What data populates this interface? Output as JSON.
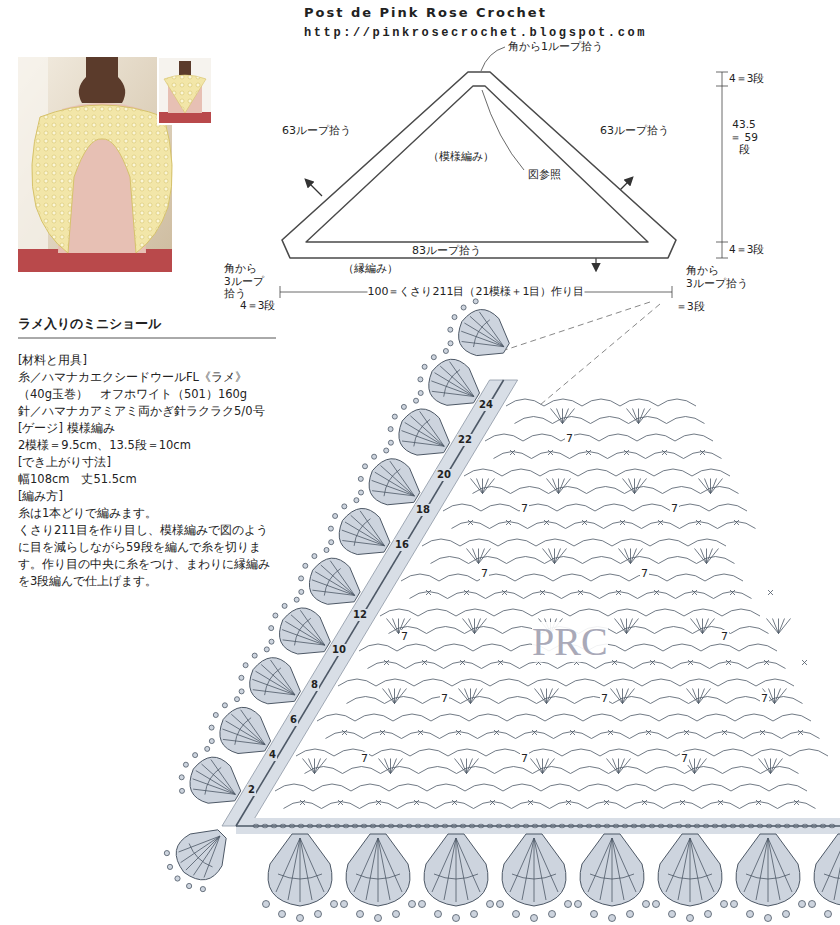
{
  "diagram": {
    "title": "ラメ入りのミニショール",
    "nodes": [
      {
        "text": [
          "（模様編み）",
          "図参照"
        ]
      }
    ],
    "labels": [
      "Post de Pink Rose Crochet",
      "http://pinkrosecrochet.blogspot.com",
      "角から1ループ拾う",
      "63ループ拾う",
      "63ループ拾う",
      "83ループ拾う",
      "（縁編み）",
      "角から 3ループ 拾う",
      "角から 3ループ拾う",
      "100＝くさり211目（21模様＋1目）作り目",
      "4＝3段",
      "＝3段",
      "4＝3段",
      "43.5 ＝ 59 段",
      "4＝3段",
      "[材料と用具]",
      "糸／ハマナカエクシードウールFL《ラメ》（40g玉巻）　オフホワイト（501）160g",
      "針／ハマナカアミアミ両かぎ針ラクラク5/0号",
      "[ゲージ] 模様編み",
      "2模様＝9.5cm、13.5段＝10cm",
      "[でき上がり寸法]",
      "幅108cm　丈51.5cm",
      "[編み方]",
      "糸は1本どりで編みます。",
      "くさり211目を作り目し、模様編みで図のように目を減らしながら59段を編んで糸を切ります。作り目の中央に糸をつけ、まわりに縁編みを3段編んで仕上げます。",
      "2",
      "4",
      "6",
      "8",
      "10",
      "12",
      "16",
      "18",
      "20",
      "22",
      "24",
      "7",
      "7",
      "7",
      "7",
      "7",
      "7",
      "7",
      "7",
      "7",
      "7",
      "7",
      "7",
      "7",
      "PRC"
    ]
  }
}
